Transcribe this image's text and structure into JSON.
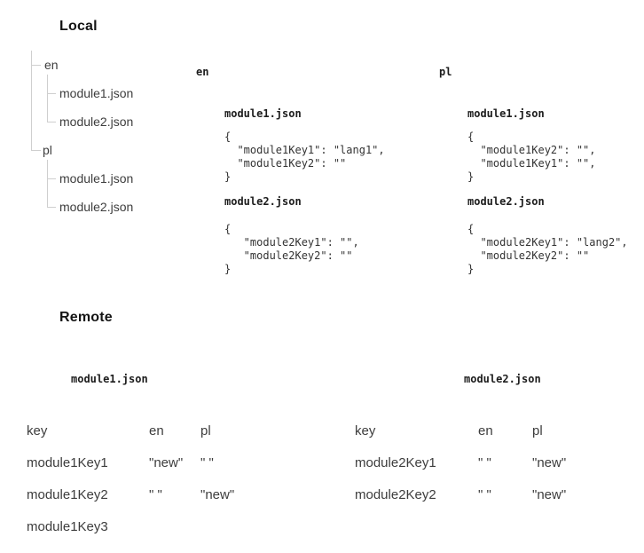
{
  "local": {
    "title": "Local",
    "tree": {
      "items": [
        {
          "label": "en"
        },
        {
          "label": "module1.json"
        },
        {
          "label": "module2.json"
        },
        {
          "label": "pl"
        },
        {
          "label": "module1.json"
        },
        {
          "label": "module2.json"
        }
      ]
    },
    "columns": [
      {
        "lang": "en",
        "files": [
          {
            "name": "module1.json",
            "code": "{\n  \"module1Key1\": \"lang1\",\n  \"module1Key2\": \"\"\n}"
          },
          {
            "name": "module2.json",
            "code": "{\n   \"module2Key1\": \"\",\n   \"module2Key2\": \"\"\n}"
          }
        ]
      },
      {
        "lang": "pl",
        "files": [
          {
            "name": "module1.json",
            "code": "{\n  \"module1Key2\": \"\",\n  \"module1Key1\": \"\",\n}"
          },
          {
            "name": "module2.json",
            "code": "{\n  \"module2Key1\": \"lang2\",\n  \"module2Key2\": \"\"\n}"
          }
        ]
      }
    ]
  },
  "remote": {
    "title": "Remote",
    "tables": [
      {
        "file": "module1.json",
        "headers": [
          "key",
          "en",
          "pl"
        ],
        "rows": [
          [
            "module1Key1",
            "\"new\"",
            "\" \""
          ],
          [
            "module1Key2",
            "\" \"",
            "\"new\""
          ],
          [
            "module1Key3",
            "",
            ""
          ]
        ]
      },
      {
        "file": "module2.json",
        "headers": [
          "key",
          "en",
          "pl"
        ],
        "rows": [
          [
            "module2Key1",
            "\" \"",
            "\"new\""
          ],
          [
            "module2Key2",
            "\" \"",
            "\"new\""
          ]
        ]
      }
    ]
  },
  "colors": {
    "tree_line": "#cfcfcf",
    "text": "#3d3d3d",
    "code": "#333333",
    "heading": "#141414"
  }
}
